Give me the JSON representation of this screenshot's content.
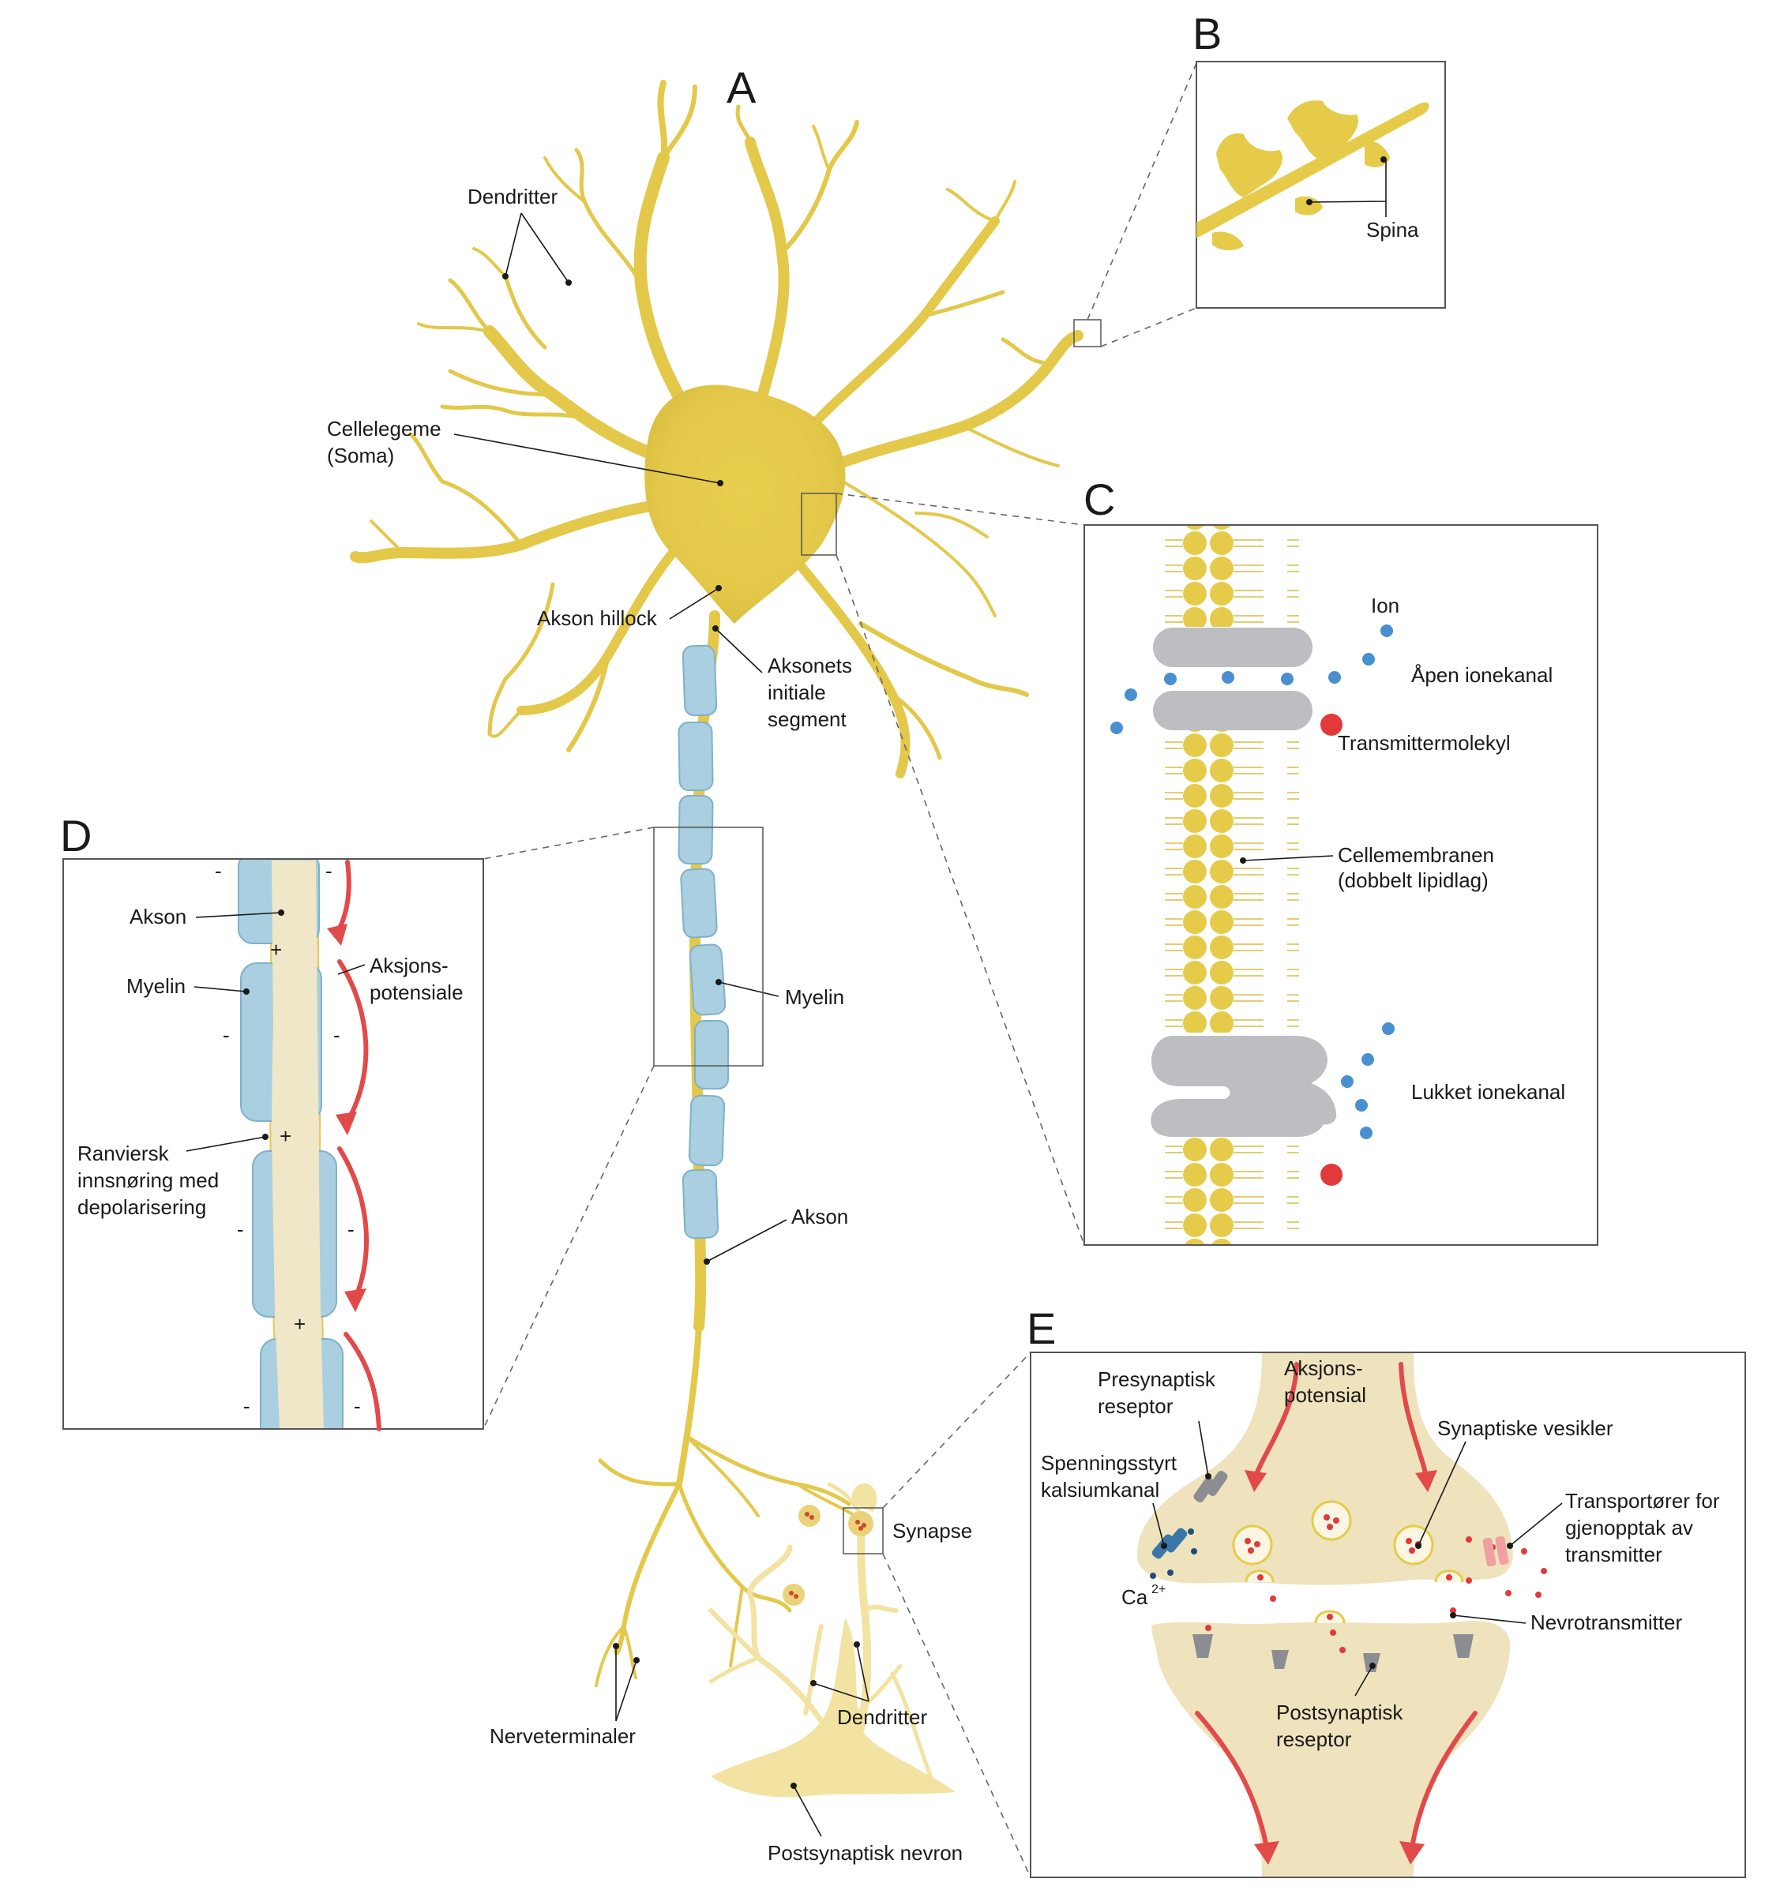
{
  "panels": {
    "a": "A",
    "b": "B",
    "c": "C",
    "d": "D",
    "e": "E"
  },
  "neuron": {
    "dendritter": "Dendritter",
    "cellelegeme_1": "Cellelegeme",
    "cellelegeme_2": "(Soma)",
    "akson_hillock": "Akson hillock",
    "initiale_1": "Aksonets",
    "initiale_2": "initiale",
    "initiale_3": "segment",
    "myelin": "Myelin",
    "akson": "Akson",
    "synapse": "Synapse",
    "nerveterminaler": "Nerveterminaler",
    "dendritter_post": "Dendritter",
    "postsynaptisk_nevron": "Postsynaptisk nevron"
  },
  "panel_b": {
    "spina": "Spina"
  },
  "panel_c": {
    "ion": "Ion",
    "apen_ionekanal": "Åpen ionekanal",
    "transmittermolekyl": "Transmittermolekyl",
    "cellemembranen_1": "Cellemembranen",
    "cellemembranen_2": "(dobbelt lipidlag)",
    "lukket_ionekanal": "Lukket ionekanal"
  },
  "panel_d": {
    "akson": "Akson",
    "myelin": "Myelin",
    "aksjons_1": "Aksjons-",
    "aksjons_2": "potensiale",
    "ranviersk_1": "Ranviersk",
    "ranviersk_2": "innsnøring med",
    "ranviersk_3": "depolarisering",
    "plus": "+",
    "minus": "-"
  },
  "panel_e": {
    "presynaptisk_1": "Presynaptisk",
    "presynaptisk_2": "reseptor",
    "aksjons_1": "Aksjons-",
    "aksjons_2": "potensial",
    "synaptiske_vesikler": "Synaptiske vesikler",
    "spenning_1": "Spenningsstyrt",
    "spenning_2": "kalsiumkanal",
    "transport_1": "Transportører for",
    "transport_2": "gjenopptak av",
    "transport_3": "transmitter",
    "ca": "Ca",
    "ca_sup": "2+",
    "nevrotransmitter": "Nevrotransmitter",
    "postsynaptisk_1": "Postsynaptisk",
    "postsynaptisk_2": "reseptor"
  },
  "colors": {
    "neuron": "#e3c84a",
    "myelin": "#a9cfe0",
    "ion": "#4a8fd0",
    "transmitter": "#e23a3a",
    "channel": "#bdbec1",
    "arrow": "#e24a4a",
    "synapse_fill": "#efe3bd"
  }
}
